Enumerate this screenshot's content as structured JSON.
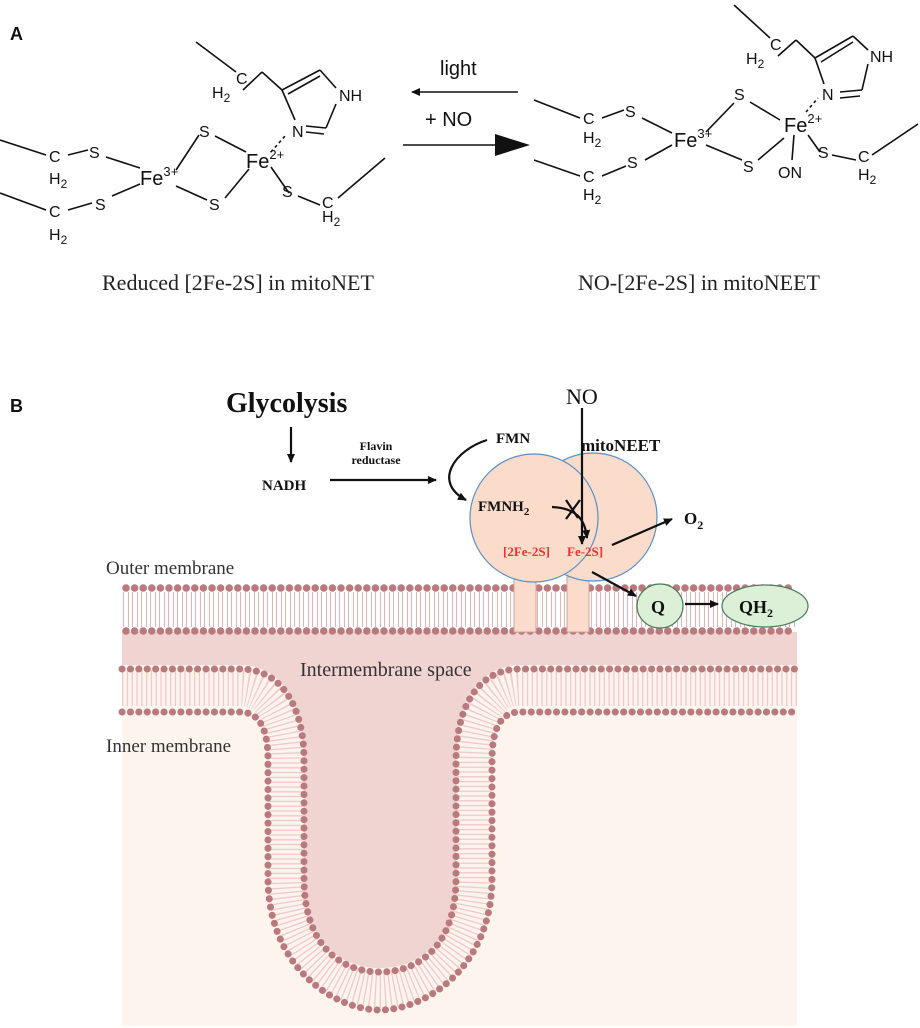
{
  "panel_a": {
    "label": "A",
    "reaction": {
      "forward_label": "+ NO",
      "reverse_label": "light"
    },
    "left_molecule": {
      "caption": "Reduced [2Fe-2S] in mitoNET",
      "atoms": {
        "fe_left": "Fe",
        "fe_left_charge": "3+",
        "fe_right": "Fe",
        "fe_right_charge": "2+",
        "s_bridge_top": "S",
        "s_bridge_bottom": "S",
        "s_left_top": "S",
        "s_left_bottom": "S",
        "s_right": "S",
        "h2_1": "H",
        "h2_1_sub": "2",
        "h2_2": "H",
        "h2_2_sub": "2",
        "h2_3": "H",
        "h2_3_sub": "2",
        "h2_4": "H",
        "h2_4_sub": "2",
        "n_ring": "N",
        "nh_ring": "NH",
        "c_1": "C",
        "c_2": "C",
        "c_3": "C",
        "c_4": "C"
      }
    },
    "right_molecule": {
      "caption": "NO-[2Fe-2S] in mitoNEET",
      "atoms": {
        "fe_left": "Fe",
        "fe_left_charge": "3+",
        "fe_right": "Fe",
        "fe_right_charge": "2+",
        "s_bridge_top": "S",
        "s_bridge_bottom": "S",
        "s_left_top": "S",
        "s_left_bottom": "S",
        "s_right": "S",
        "on": "ON",
        "h2_1": "H",
        "h2_1_sub": "2",
        "h2_2": "H",
        "h2_2_sub": "2",
        "h2_3": "H",
        "h2_3_sub": "2",
        "h2_4": "H",
        "h2_4_sub": "2",
        "n_ring": "N",
        "nh_ring": "NH",
        "c_1": "C",
        "c_2": "C",
        "c_3": "C",
        "c_4": "C"
      }
    }
  },
  "panel_b": {
    "label": "B",
    "glycolysis": "Glycolysis",
    "nadh": "NADH",
    "flavin_reductase_line1": "Flavin",
    "flavin_reductase_line2": "reductase",
    "fmn": "FMN",
    "fmnh2": "FMNH",
    "fmnh2_sub": "2",
    "mitoneet": "mitoNEET",
    "no": "NO",
    "cluster_left": "[2Fe-2S]",
    "cluster_right": "Fe-2S]",
    "o2": "O",
    "o2_sub": "2",
    "q": "Q",
    "qh2": "QH",
    "qh2_sub": "2",
    "outer_membrane": "Outer membrane",
    "intermembrane_space": "Intermembrane space",
    "inner_membrane": "Inner membrane",
    "colors": {
      "cluster_text": "#e8322d",
      "lipid_head": "#b97a7e",
      "protein_fill": "#fbdccb",
      "quinone_fill": "#dcefd7"
    }
  }
}
